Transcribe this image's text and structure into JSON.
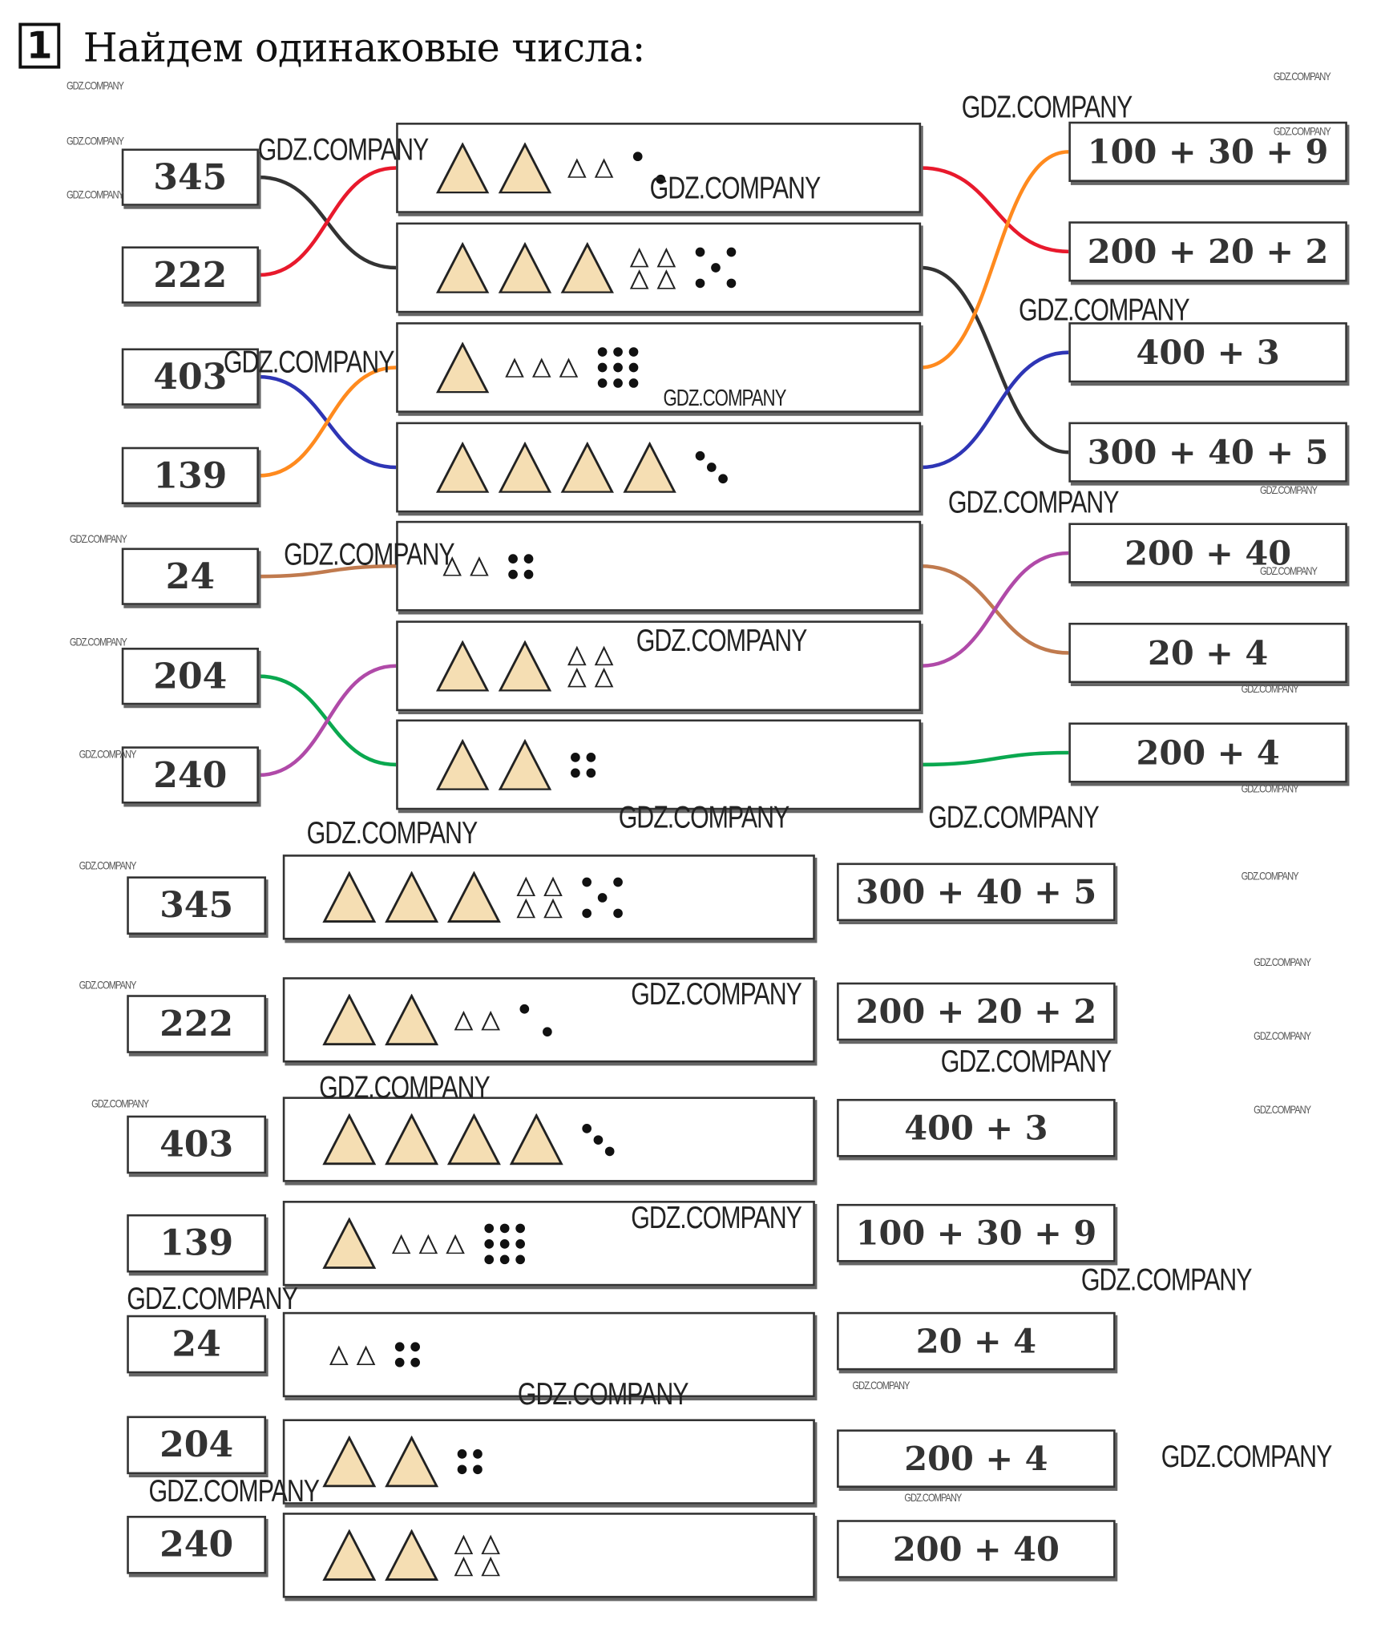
{
  "exercise": {
    "number": "1",
    "title": "Найдем одинаковые числа:"
  },
  "watermark": "GDZ.COMPANY",
  "colors": {
    "triangle_fill": "#f5deb3",
    "red": "#e8192c",
    "black": "#333333",
    "blue": "#2e35b5",
    "orange": "#ff8a1e",
    "brown": "#c07a4e",
    "green": "#0aa84f",
    "purple": "#b04aa8"
  },
  "top_section": {
    "numbers": [
      "345",
      "222",
      "403",
      "139",
      "24",
      "204",
      "240"
    ],
    "pictures": [
      {
        "big": 2,
        "small": 2,
        "dots": 2
      },
      {
        "big": 3,
        "small": 4,
        "dots": 5
      },
      {
        "big": 1,
        "small": 3,
        "dots": 9
      },
      {
        "big": 4,
        "small": 0,
        "dots": 3
      },
      {
        "big": 0,
        "small": 2,
        "dots": 4
      },
      {
        "big": 2,
        "small": 4,
        "dots": 0
      },
      {
        "big": 2,
        "small": 0,
        "dots": 4
      }
    ],
    "expressions": [
      "100 + 30 + 9",
      "200 + 20 + 2",
      "400 + 3",
      "300 + 40 + 5",
      "200 + 40",
      "20 + 4",
      "200 + 4"
    ],
    "connections": [
      {
        "number": 0,
        "picture": 1,
        "expression": 3,
        "color": "black"
      },
      {
        "number": 1,
        "picture": 0,
        "expression": 1,
        "color": "red"
      },
      {
        "number": 2,
        "picture": 3,
        "expression": 2,
        "color": "blue"
      },
      {
        "number": 3,
        "picture": 2,
        "expression": 0,
        "color": "orange"
      },
      {
        "number": 4,
        "picture": 4,
        "expression": 5,
        "color": "brown"
      },
      {
        "number": 5,
        "picture": 6,
        "expression": 6,
        "color": "green"
      },
      {
        "number": 6,
        "picture": 5,
        "expression": 4,
        "color": "purple"
      }
    ]
  },
  "answer_section": {
    "numbers": [
      "345",
      "222",
      "403",
      "139",
      "24",
      "204",
      "240"
    ],
    "pictures": [
      {
        "big": 3,
        "small": 4,
        "dots": 5
      },
      {
        "big": 2,
        "small": 2,
        "dots": 2
      },
      {
        "big": 4,
        "small": 0,
        "dots": 3
      },
      {
        "big": 1,
        "small": 3,
        "dots": 9
      },
      {
        "big": 0,
        "small": 2,
        "dots": 4
      },
      {
        "big": 2,
        "small": 0,
        "dots": 4
      },
      {
        "big": 2,
        "small": 4,
        "dots": 0
      }
    ],
    "expressions": [
      "300 + 40 + 5",
      "200 + 20 + 2",
      "400 + 3",
      "100 + 30 + 9",
      "20 + 4",
      "200 + 4",
      "200 + 40"
    ]
  }
}
